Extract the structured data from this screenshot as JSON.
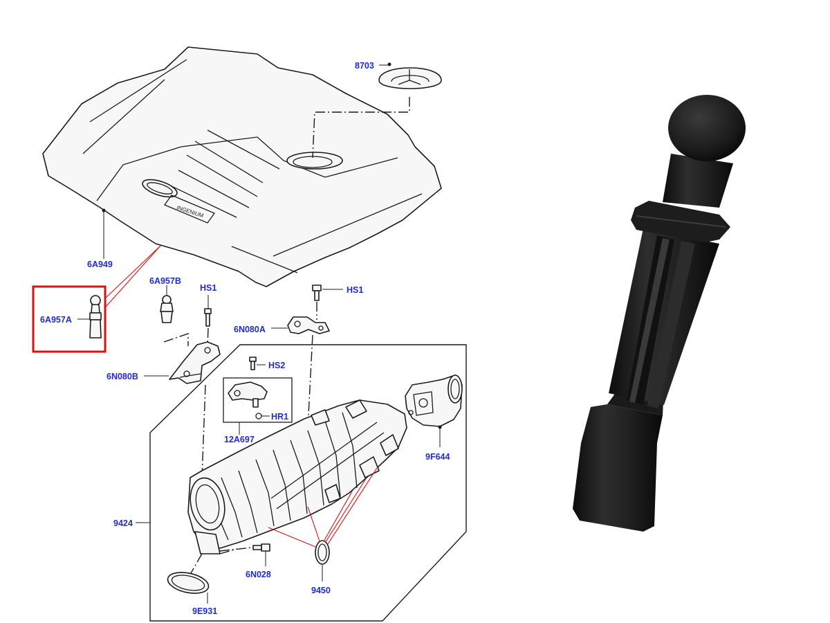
{
  "callouts": {
    "c_8703": "8703",
    "c_6A949": "6A949",
    "c_6A957B": "6A957B",
    "c_HS1_a": "HS1",
    "c_HS1_b": "HS1",
    "c_6A957A": "6A957A",
    "c_6N080A": "6N080A",
    "c_6N080B": "6N080B",
    "c_HS2": "HS2",
    "c_HR1": "HR1",
    "c_12A697": "12A697",
    "c_9F644": "9F644",
    "c_9424": "9424",
    "c_6N028": "6N028",
    "c_9450": "9450",
    "c_9E931": "9E931"
  },
  "cover_text": "INGENIUM",
  "colors": {
    "callout_text": "#1f2bd1",
    "highlight_box": "#e01010",
    "leader_red": "#e01010",
    "photo_part": "#1c1c1c"
  },
  "highlighted_part": "6A957A"
}
